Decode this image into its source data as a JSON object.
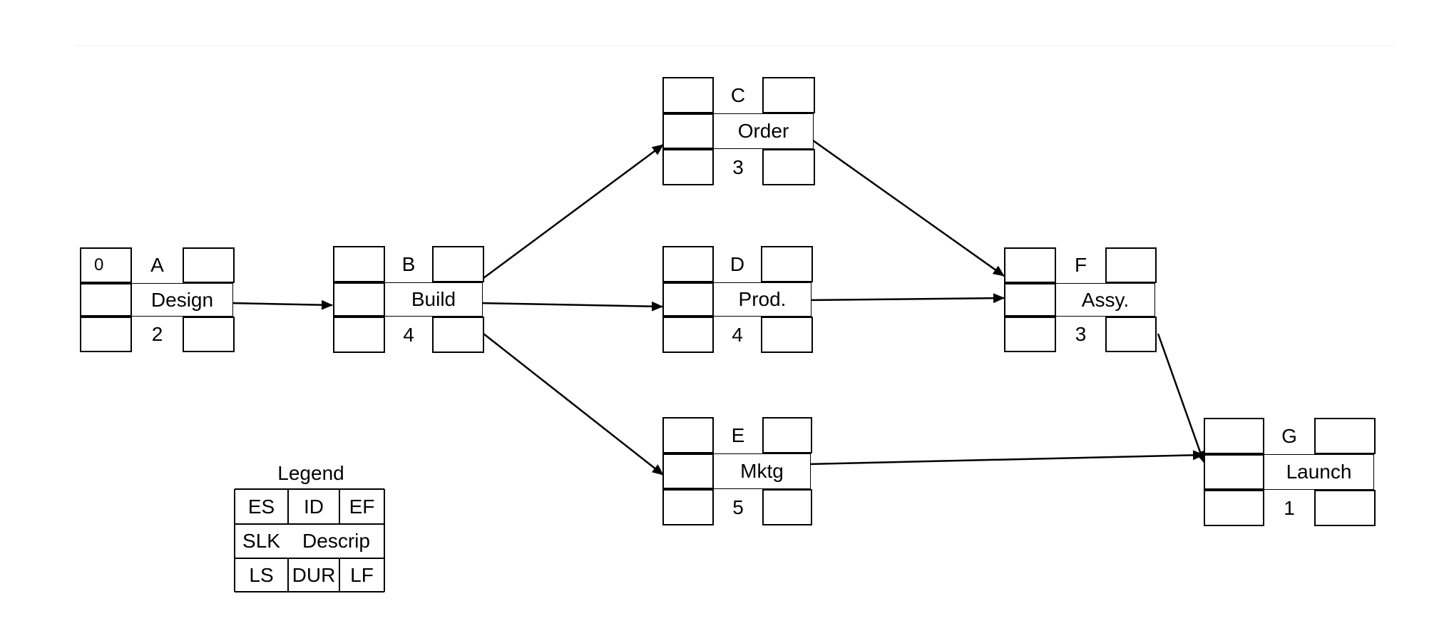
{
  "nodes": [
    {
      "key": "A",
      "id": "A",
      "desc": "Design",
      "dur": "2",
      "es": "0"
    },
    {
      "key": "B",
      "id": "B",
      "desc": "Build",
      "dur": "4"
    },
    {
      "key": "C",
      "id": "C",
      "desc": "Order",
      "dur": "3"
    },
    {
      "key": "D",
      "id": "D",
      "desc": "Prod.",
      "dur": "4"
    },
    {
      "key": "E",
      "id": "E",
      "desc": "Mktg",
      "dur": "5"
    },
    {
      "key": "F",
      "id": "F",
      "desc": "Assy.",
      "dur": "3"
    },
    {
      "key": "G",
      "id": "G",
      "desc": "Launch",
      "dur": "1"
    }
  ],
  "edges": [
    {
      "from": "A",
      "to": "B"
    },
    {
      "from": "B",
      "to": "C"
    },
    {
      "from": "B",
      "to": "D"
    },
    {
      "from": "B",
      "to": "E"
    },
    {
      "from": "C",
      "to": "F"
    },
    {
      "from": "D",
      "to": "F"
    },
    {
      "from": "F",
      "to": "G"
    },
    {
      "from": "E",
      "to": "G"
    }
  ],
  "legend": {
    "title": "Legend",
    "es": "ES",
    "id": "ID",
    "ef": "EF",
    "slk": "SLK",
    "descrip": "Descrip",
    "ls": "LS",
    "dur": "DUR",
    "lf": "LF"
  }
}
